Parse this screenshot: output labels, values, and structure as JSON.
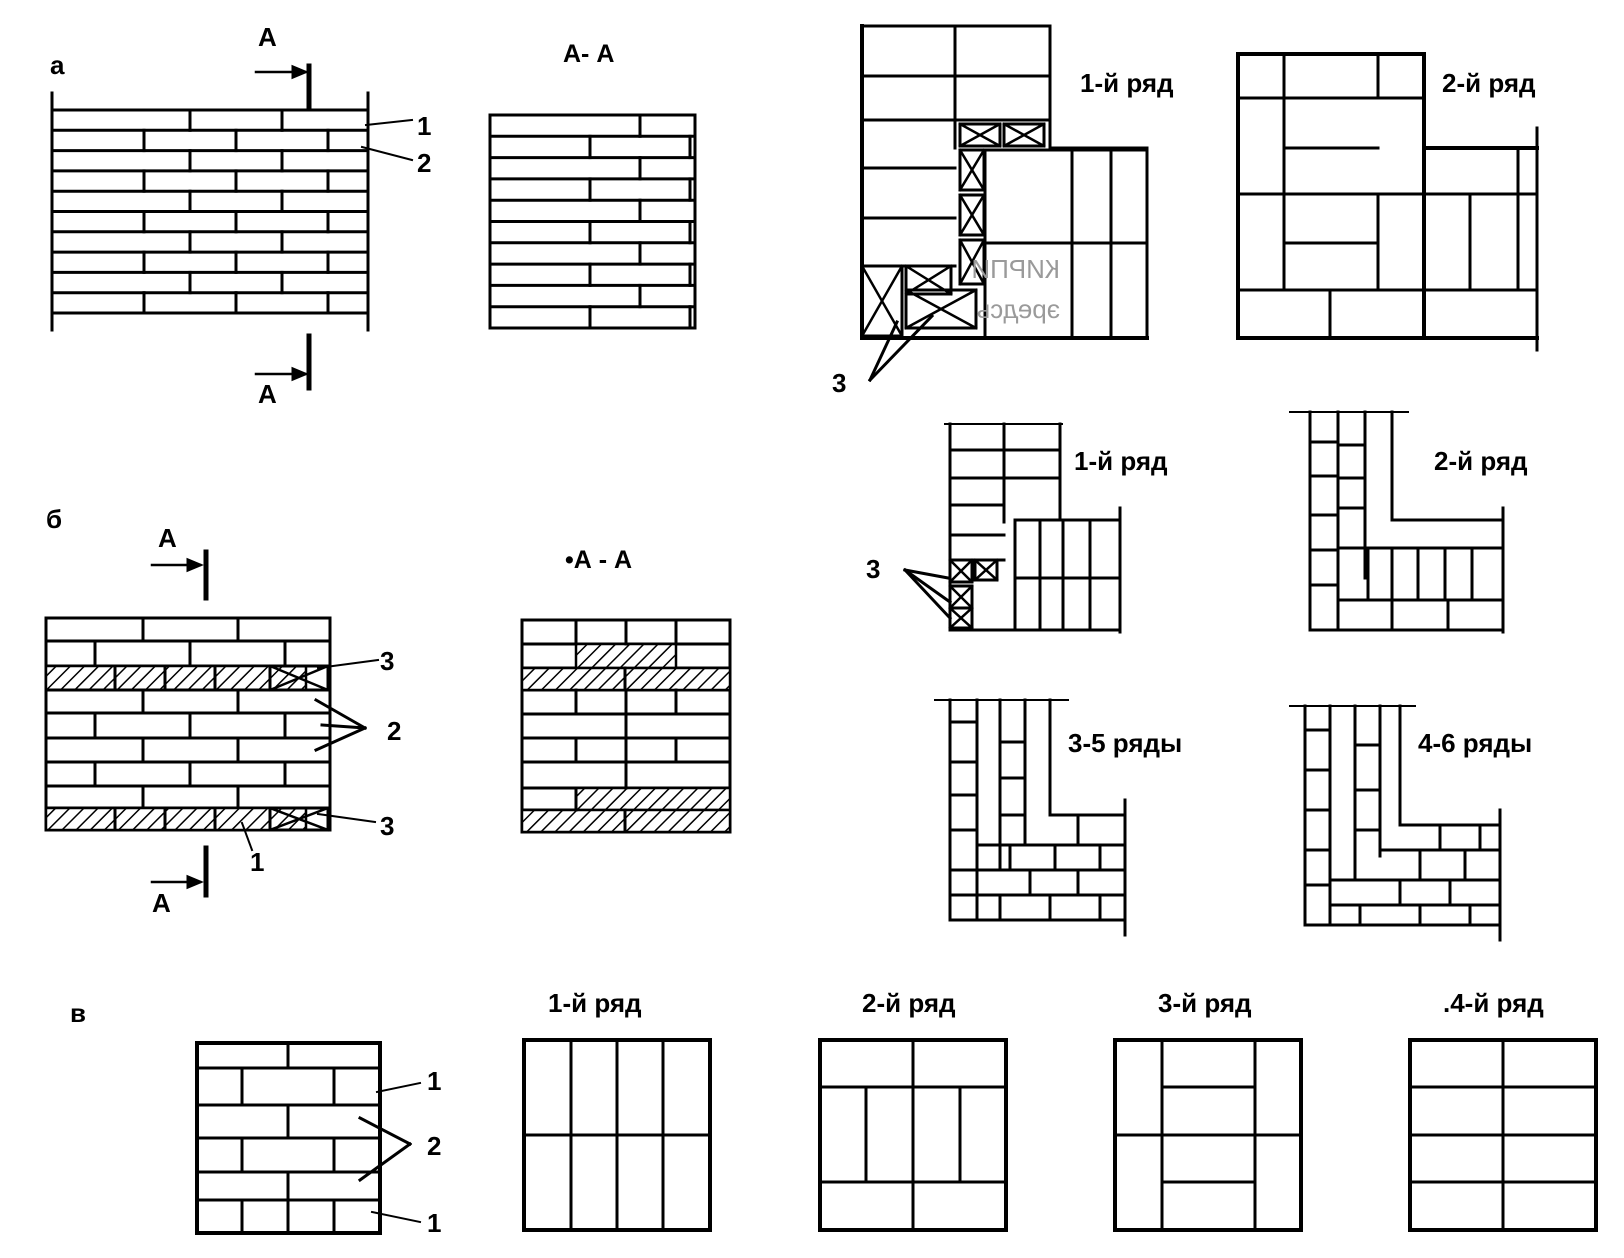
{
  "section_letters": {
    "a": "а",
    "b": "б",
    "v": "в"
  },
  "cut_letter": "А",
  "section_view_a": "А- А",
  "section_view_b": "•А - А",
  "callouts": {
    "one": "1",
    "two": "2",
    "three": "3"
  },
  "rows": {
    "row1": "1-й ряд",
    "row2": "2-й ряд",
    "row3": "3-й ряд",
    "row4": ".4-й ряд",
    "rows35": "3-5 ряды",
    "rows46": "4-6 ряды"
  },
  "stamp_lines": [
    "КИРПИ",
    "эредсь"
  ],
  "colors": {
    "ink": "#000000",
    "paper": "#ffffff"
  }
}
